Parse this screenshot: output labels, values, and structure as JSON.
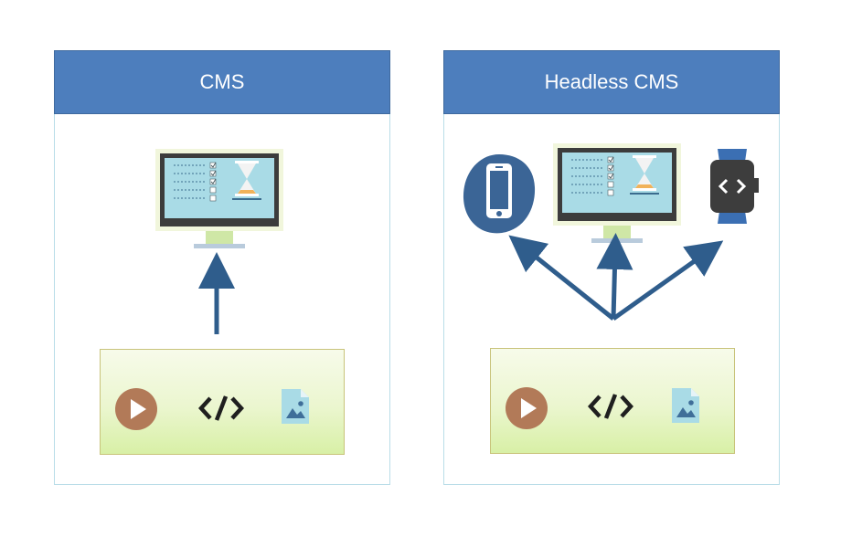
{
  "panels": [
    {
      "id": "cms",
      "title": "CMS"
    },
    {
      "id": "headless",
      "title": "Headless CMS"
    }
  ],
  "icons": {
    "monitor": "monitor-icon",
    "phone": "smartphone-icon",
    "watch": "smartwatch-icon",
    "video": "play-icon",
    "code": "code-icon",
    "image": "image-file-icon"
  },
  "colors": {
    "header": "#4d7ebd",
    "arrow": "#2f5d8c",
    "video": "#b27a58",
    "screen": "#a9dbe6",
    "content_box": "#e6f5c4"
  }
}
